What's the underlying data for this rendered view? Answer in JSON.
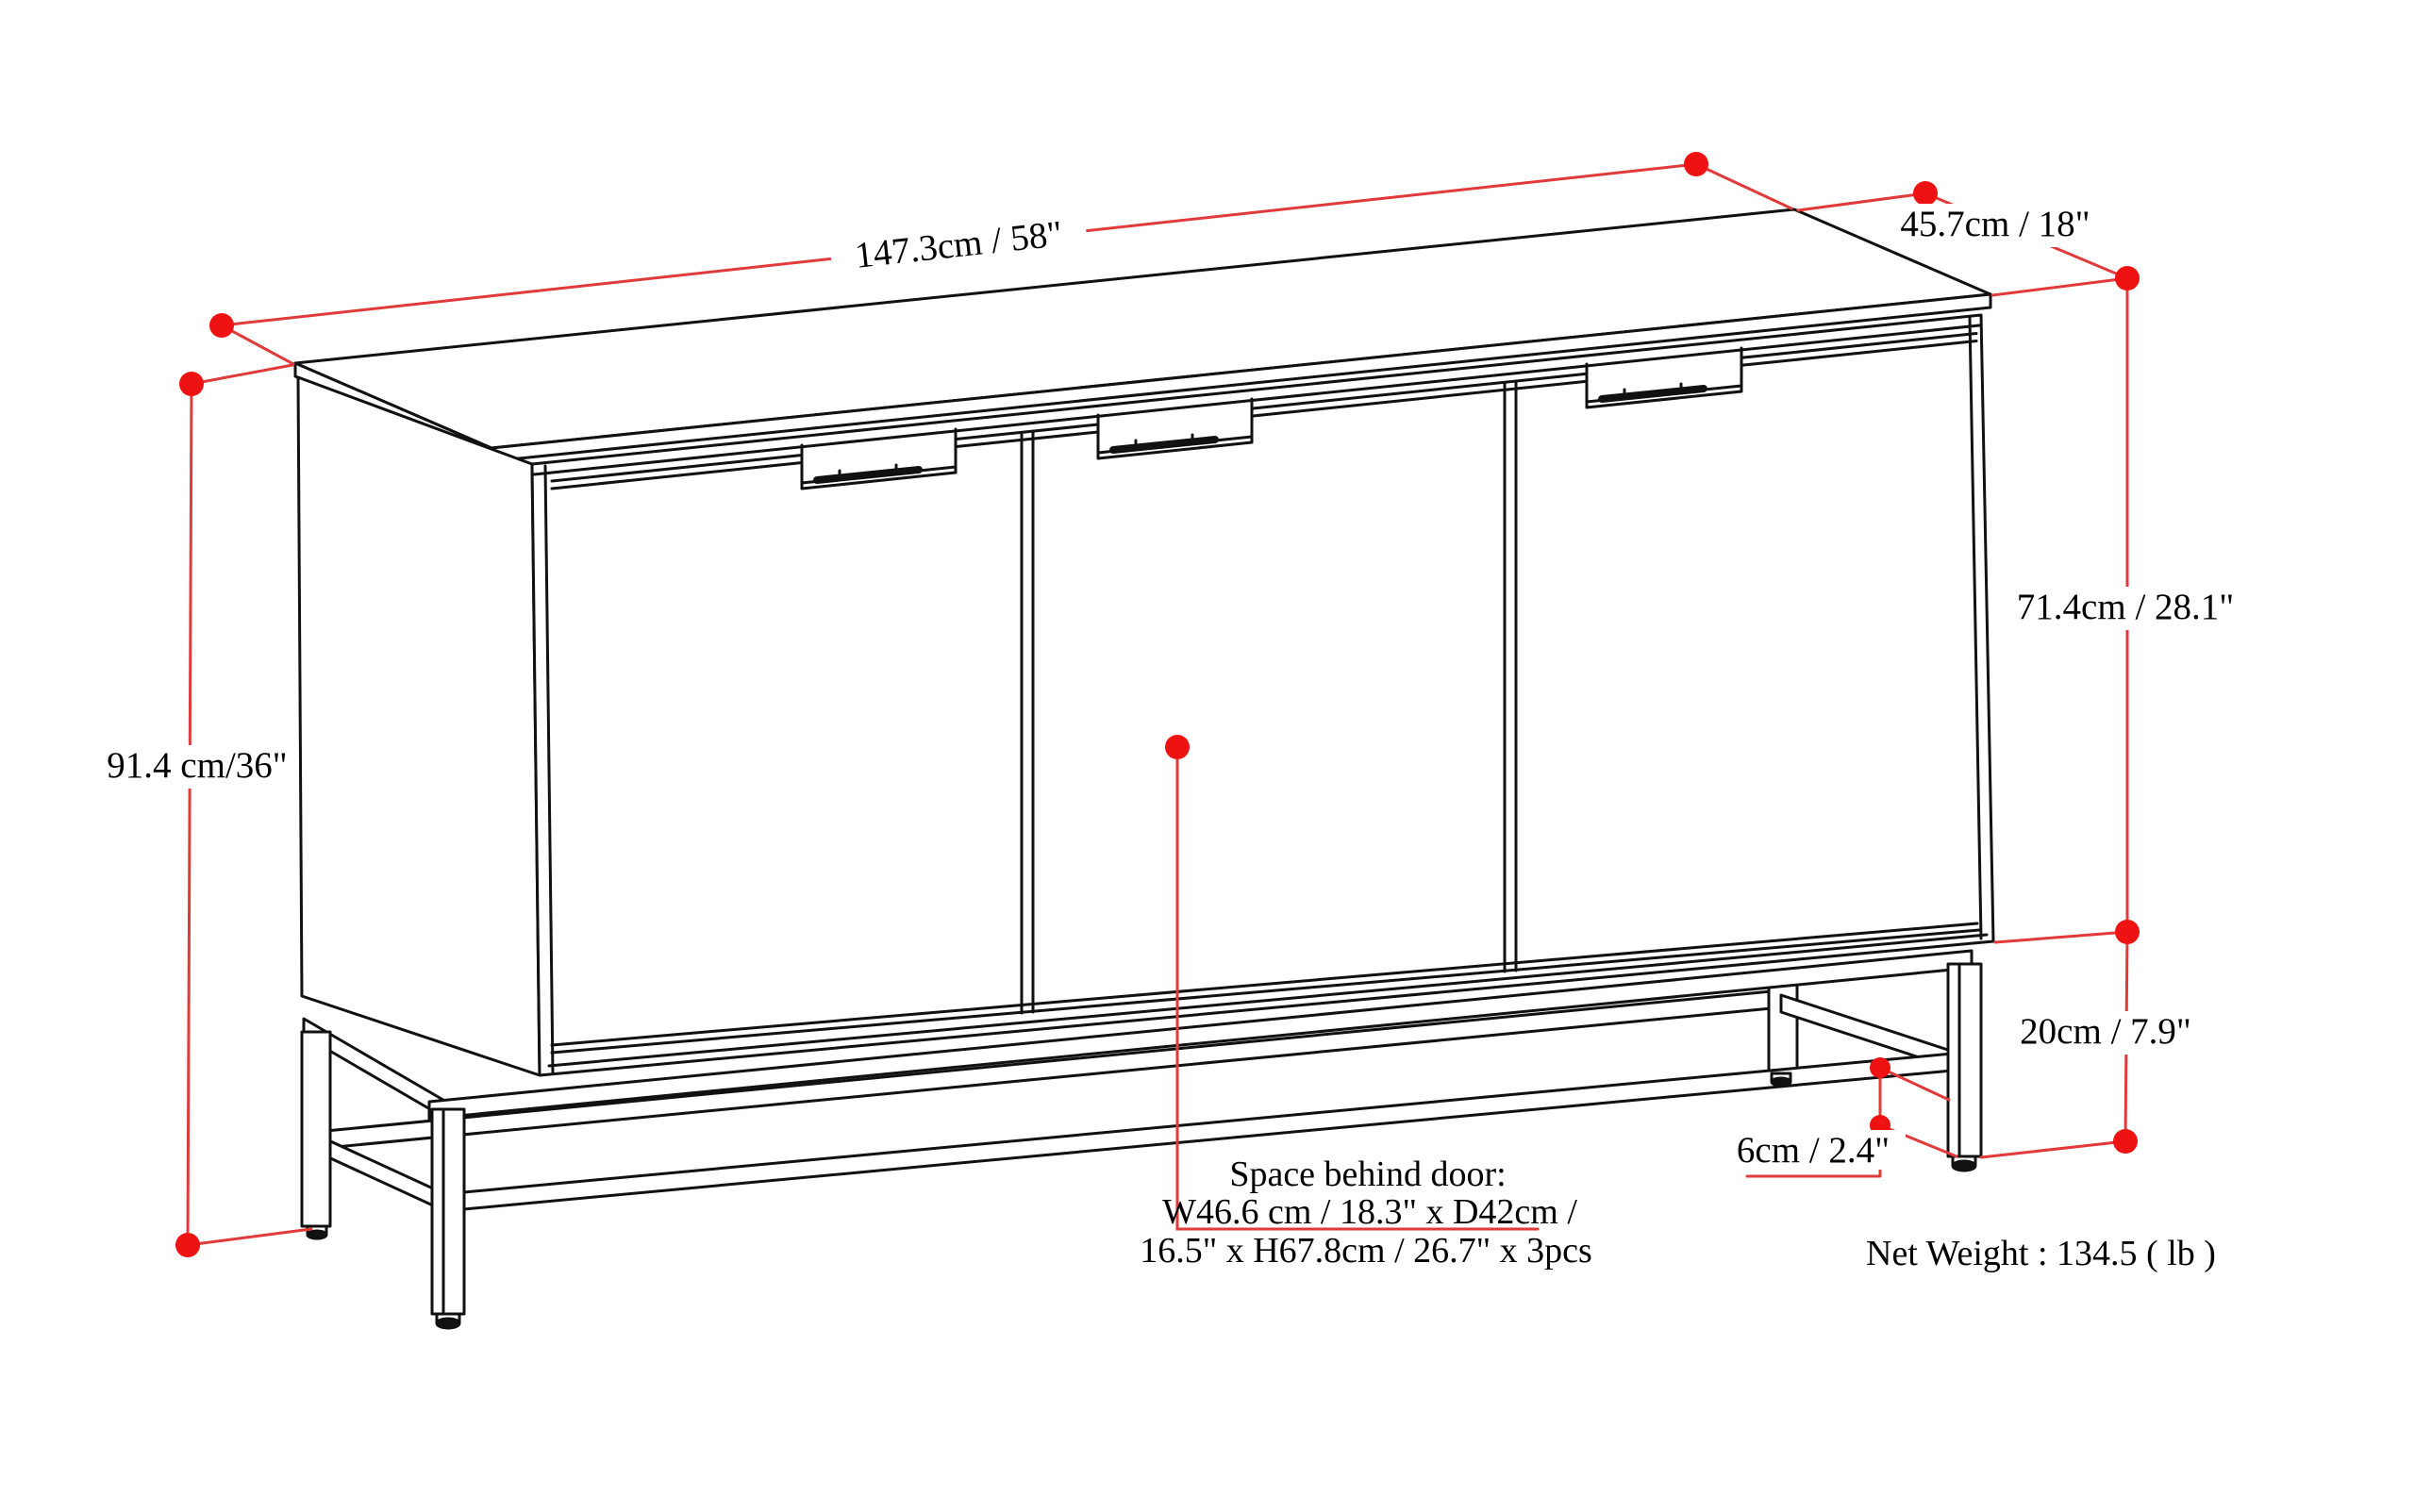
{
  "diagram": {
    "type": "furniture-dimension-drawing",
    "subject": "three-door sideboard cabinet on metal base",
    "colors": {
      "accent_dot": "#ee1212",
      "dimension_line": "#e03a3a",
      "outline": "#111111",
      "background": "#ffffff"
    },
    "dimensions": {
      "width": "147.3cm / 58\"",
      "depth": "45.7cm / 18\"",
      "total_height": "91.4 cm/36\"",
      "cabinet_height": "71.4cm / 28.1\"",
      "base_height": "20cm / 7.9\"",
      "foot_height": "6cm / 2.4\""
    },
    "space_behind_door": {
      "line1": "Space behind door:",
      "line2": "W46.6 cm / 18.3\" x D42cm /",
      "line3": "16.5\" x H67.8cm / 26.7\" x 3pcs"
    },
    "net_weight": "Net Weight : 134.5 ( lb )"
  }
}
